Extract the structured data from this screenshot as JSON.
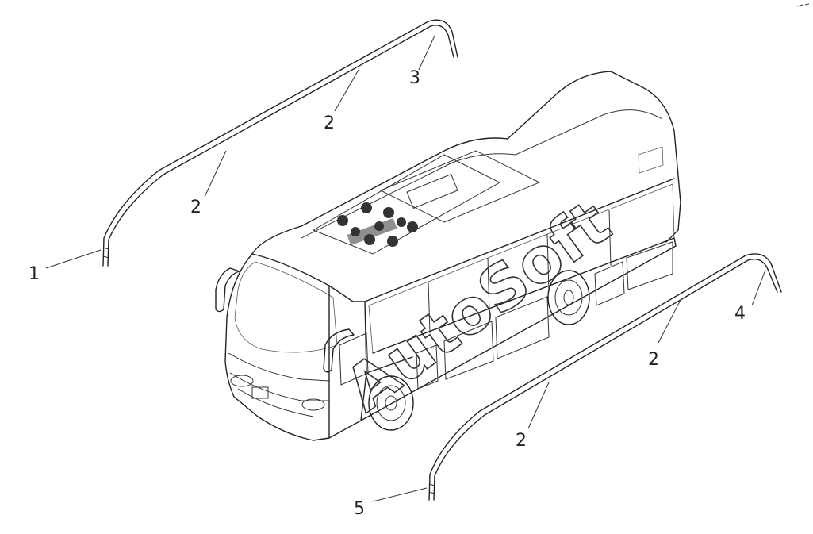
{
  "watermark": "AutoSoft",
  "callouts": [
    {
      "id": "c1",
      "label": "1"
    },
    {
      "id": "c2a",
      "label": "2"
    },
    {
      "id": "c2b",
      "label": "2"
    },
    {
      "id": "c3",
      "label": "3"
    },
    {
      "id": "c4",
      "label": "4"
    },
    {
      "id": "c2c",
      "label": "2"
    },
    {
      "id": "c2d",
      "label": "2"
    },
    {
      "id": "c5",
      "label": "5"
    }
  ],
  "colors": {
    "line": "#222222",
    "background": "#ffffff"
  }
}
